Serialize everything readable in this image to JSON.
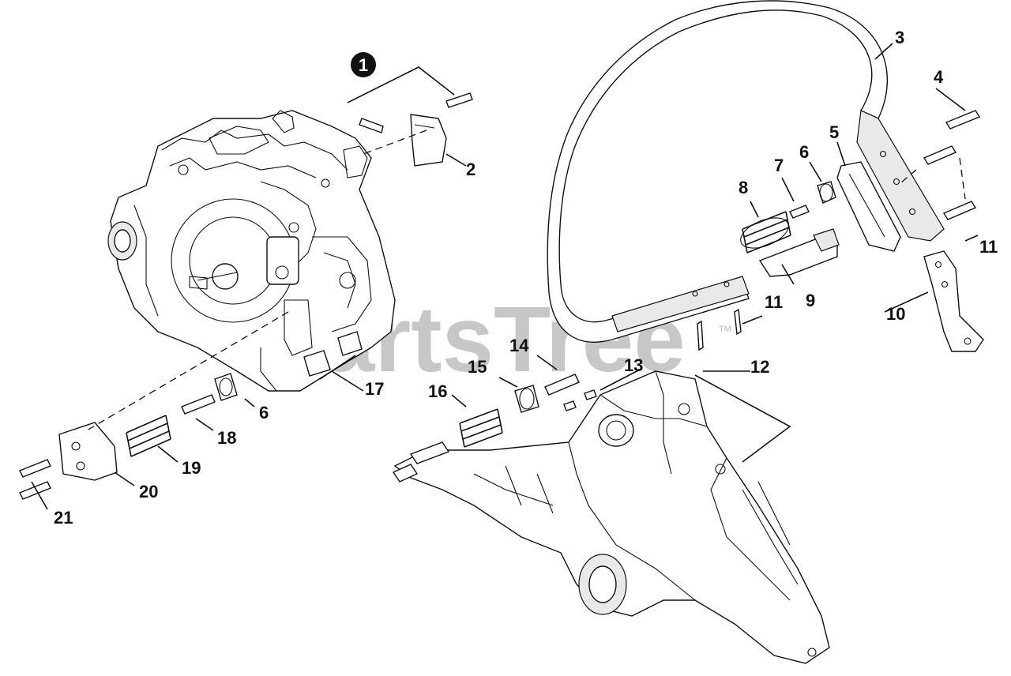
{
  "watermark": {
    "text": "PartsTree",
    "trademark": "TM"
  },
  "ref_marker": {
    "label": "1"
  },
  "callouts": {
    "c2": "2",
    "c3": "3",
    "c4": "4",
    "c5": "5",
    "c6a": "6",
    "c6b": "6",
    "c7": "7",
    "c8": "8",
    "c9": "9",
    "c10": "10",
    "c11a": "11",
    "c11b": "11",
    "c12": "12",
    "c13": "13",
    "c14": "14",
    "c15": "15",
    "c16": "16",
    "c17": "17",
    "c18": "18",
    "c19": "19",
    "c20": "20",
    "c21": "21"
  }
}
